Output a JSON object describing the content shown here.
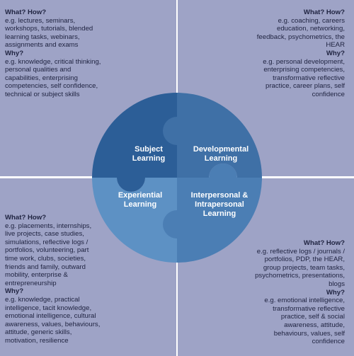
{
  "colors": {
    "quadrant_bg": "#9ea3c6",
    "subject": "#2c5e97",
    "developmental": "#3f70a6",
    "experiential": "#5d91c4",
    "interpersonal": "#4b7eb4"
  },
  "quadrants": {
    "top_left": {
      "what_heading": "What? How?",
      "what_lines": [
        "e.g. lectures, seminars,",
        "workshops, tutorials, blended",
        "learning tasks, webinars,",
        "assignments and exams"
      ],
      "why_heading": "Why?",
      "why_lines": [
        "e.g. knowledge, critical thinking,",
        "personal qualities and",
        "capabilities, enterprising",
        "competencies, self confidence,",
        "technical or subject skills"
      ]
    },
    "top_right": {
      "what_heading": "What? How?",
      "what_lines": [
        "e.g. coaching, careers",
        "education, networking,",
        "feedback, psychometrics, the",
        "HEAR"
      ],
      "why_heading": "Why?",
      "why_lines": [
        "e.g. personal development,",
        "enterprising competencies,",
        "transformative reflective",
        "practice, career plans, self",
        "confidence"
      ]
    },
    "bottom_left": {
      "what_heading": "What? How?",
      "what_lines": [
        "e.g. placements, internships,",
        "live projects, case studies,",
        "simulations, reflective logs /",
        "portfolios, volunteering, part",
        "time work, clubs, societies,",
        "friends and family, outward",
        "mobility, enterprise &",
        "entrepreneurship"
      ],
      "why_heading": "Why?",
      "why_lines": [
        "e.g. knowledge, practical",
        "intelligence, tacit knowledge,",
        "emotional intelligence, cultural",
        "awareness, values, behaviours,",
        "attitude, generic skills,",
        "motivation, resilience"
      ]
    },
    "bottom_right": {
      "what_heading": "What? How?",
      "what_lines": [
        "e.g. reflective logs / journals /",
        "portfolios, PDP, the HEAR,",
        "group projects, team tasks,",
        "psychometrics, presentations,",
        "blogs"
      ],
      "why_heading": "Why?",
      "why_lines": [
        "e.g. emotional intelligence,",
        "transformative reflective",
        "practice, self & social",
        "awareness, attitude,",
        "behaviours, values, self",
        "confidence"
      ]
    }
  },
  "segments": {
    "subject": [
      "Subject",
      "Learning"
    ],
    "developmental": [
      "Developmental",
      "Learning"
    ],
    "experiential": [
      "Experiential",
      "Learning"
    ],
    "interpersonal": [
      "Interpersonal &",
      "Intrapersonal",
      "Learning"
    ]
  }
}
